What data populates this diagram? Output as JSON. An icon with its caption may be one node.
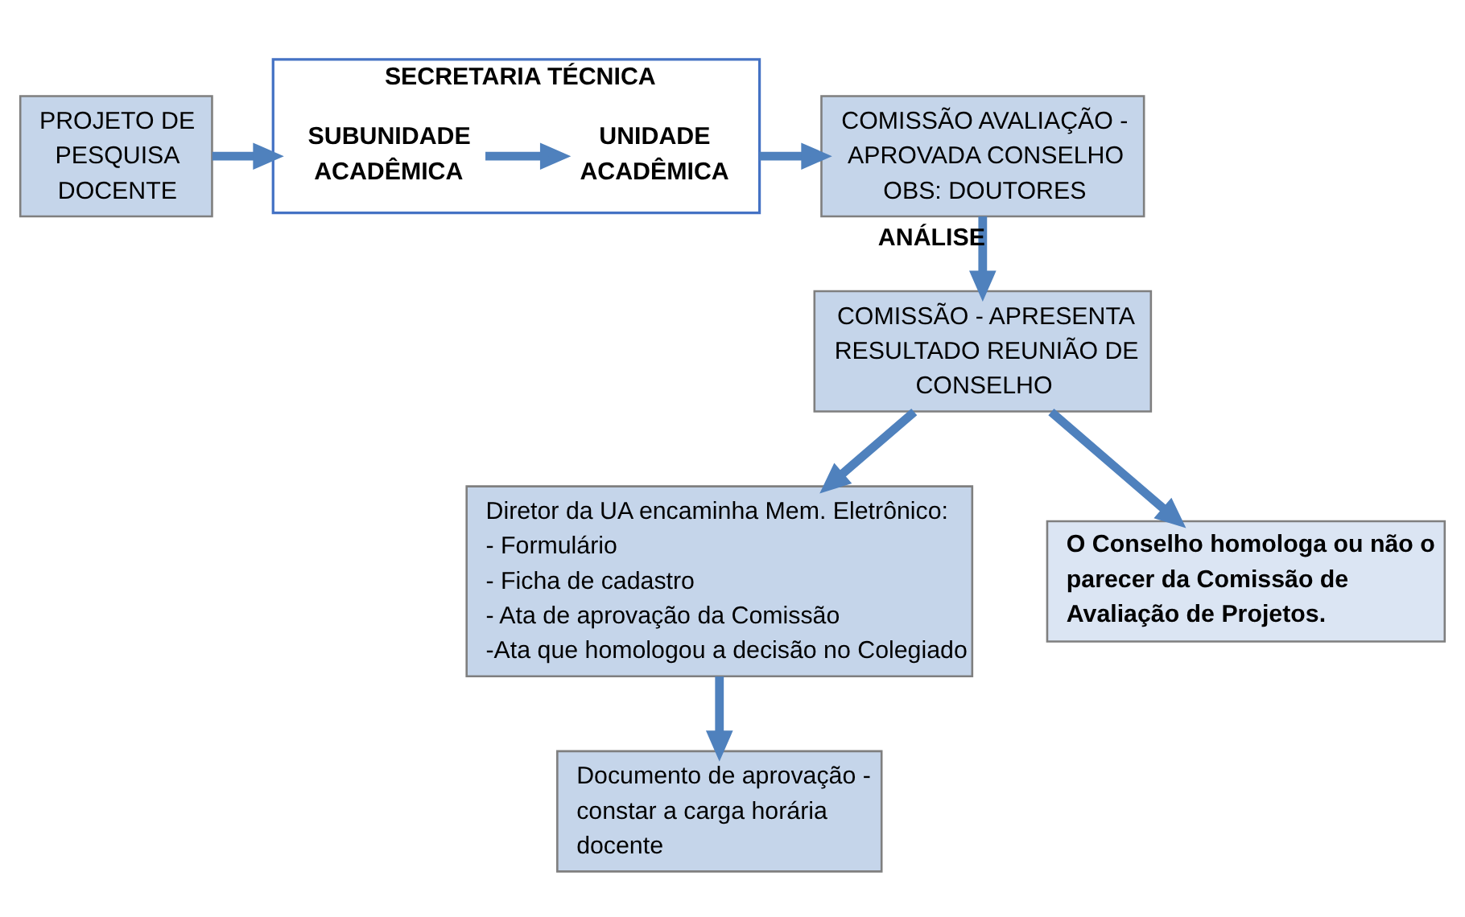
{
  "diagram": {
    "nodes": [
      {
        "text": [
          "PROJETO DE PESQUISA DOCENTE"
        ]
      },
      {
        "text": [
          "SECRETARIA TÉCNICA"
        ]
      },
      {
        "text": [
          "SUBUNIDADE ACADÊMICA"
        ],
        "in": 1
      },
      {
        "text": [
          "UNIDADE ACADÊMICA"
        ],
        "in": 1
      },
      {
        "text": [
          "COMISSÃO AVALIAÇÃO - APROVADA CONSELHO OBS: DOUTORES"
        ]
      },
      {
        "text": [
          "COMISSÃO - APRESENTA RESULTADO REUNIÃO DE CONSELHO"
        ]
      },
      {
        "text": [
          "Diretor da UA encaminha Mem. Eletrônico:",
          "- Formulário",
          "- Ficha de cadastro",
          "- Ata de aprovação da Comissão",
          "-Ata que homologou a decisão no Colegiado"
        ]
      },
      {
        "text": [
          "Documento de aprovação - constar a carga horária docente"
        ]
      },
      {
        "text": [
          "O Conselho homologa ou não o parecer da Comissão de Avaliação de Projetos."
        ]
      }
    ],
    "edges": [
      {
        "from": 0,
        "to": 1,
        "arrow": "to"
      },
      {
        "from": 2,
        "to": 3,
        "arrow": "to"
      },
      {
        "from": 1,
        "to": 4,
        "arrow": "to"
      },
      {
        "from": 4,
        "to": 5,
        "arrow": "to",
        "label": "ANÁLISE"
      },
      {
        "from": 5,
        "to": 6,
        "arrow": "to"
      },
      {
        "from": 6,
        "to": 7,
        "arrow": "to"
      },
      {
        "from": 5,
        "to": 8,
        "arrow": "to"
      }
    ]
  }
}
